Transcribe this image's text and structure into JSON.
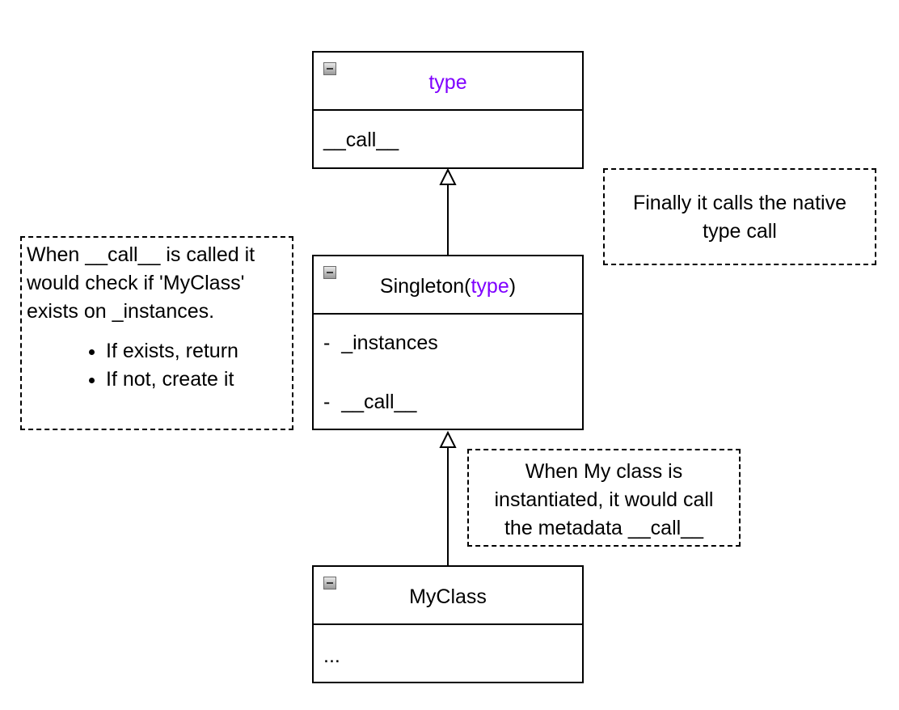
{
  "classes": {
    "type": {
      "name": "type",
      "members": [
        "__call__"
      ]
    },
    "singleton": {
      "name_prefix": "Singleton(",
      "name_keyword": "type",
      "name_suffix": ")",
      "members": [
        "-  _instances",
        "-  __call__"
      ]
    },
    "myclass": {
      "name": "MyClass",
      "members": [
        "..."
      ]
    }
  },
  "notes": {
    "singleton_logic": {
      "lines": [
        "When __call__ is called it",
        "would check if 'MyClass'",
        "exists on _instances."
      ],
      "bullets": [
        "If exists, return",
        "If not, create it"
      ]
    },
    "native_call": {
      "lines": [
        "Finally it calls the native",
        "type call"
      ]
    },
    "instantiation": {
      "lines": [
        "When My class is",
        "instantiated, it would call",
        "the metadata __call__"
      ]
    }
  },
  "colors": {
    "keyword": "#7f00ff",
    "line": "#000000",
    "icon": "minus-icon"
  }
}
